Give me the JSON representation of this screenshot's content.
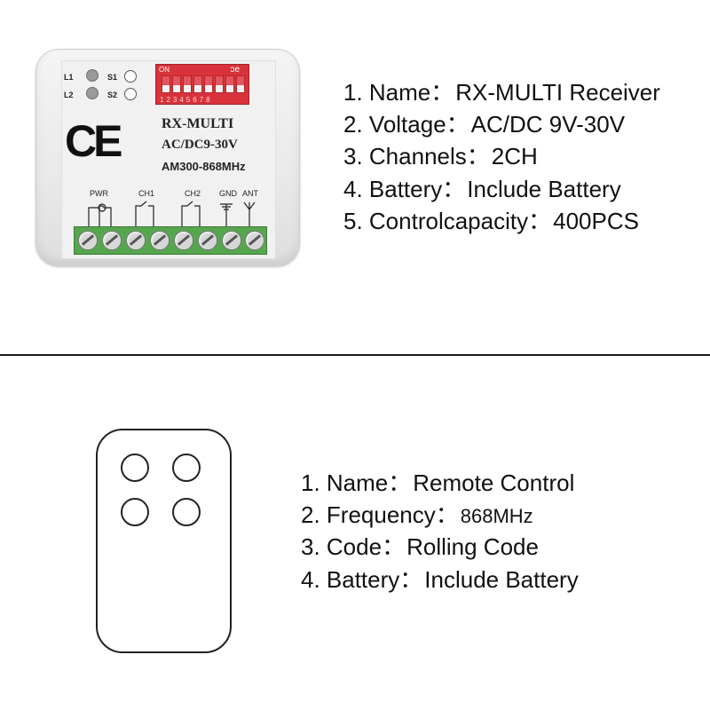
{
  "receiver": {
    "led_labels": [
      "L1",
      "L2"
    ],
    "button_labels": [
      "S1",
      "S2"
    ],
    "dip_on": "ON",
    "dip_numbers": "12345678",
    "ce_mark": "CE",
    "model": "RX-MULTI",
    "power": "AC/DC9-30V",
    "frequency": "AM300-868MHz",
    "terminals": [
      "PWR",
      "CH1",
      "CH2",
      "GND",
      "ANT"
    ]
  },
  "receiver_specs": [
    {
      "label": "1. Name：",
      "value": "RX-MULTI Receiver"
    },
    {
      "label": "2. Voltage：",
      "value": "AC/DC 9V-30V"
    },
    {
      "label": "3. Channels：",
      "value": "2CH"
    },
    {
      "label": "4. Battery：",
      "value": "Include Battery"
    },
    {
      "label": "5. Controlcapacity：",
      "value": "400PCS"
    }
  ],
  "remote_specs": [
    {
      "label": "1. Name：",
      "value": "Remote Control"
    },
    {
      "label": "2. Frequency：",
      "value": "868MHz"
    },
    {
      "label": "3. Code：",
      "value": "Rolling Code"
    },
    {
      "label": "4. Battery：",
      "value": "Include Battery"
    }
  ]
}
